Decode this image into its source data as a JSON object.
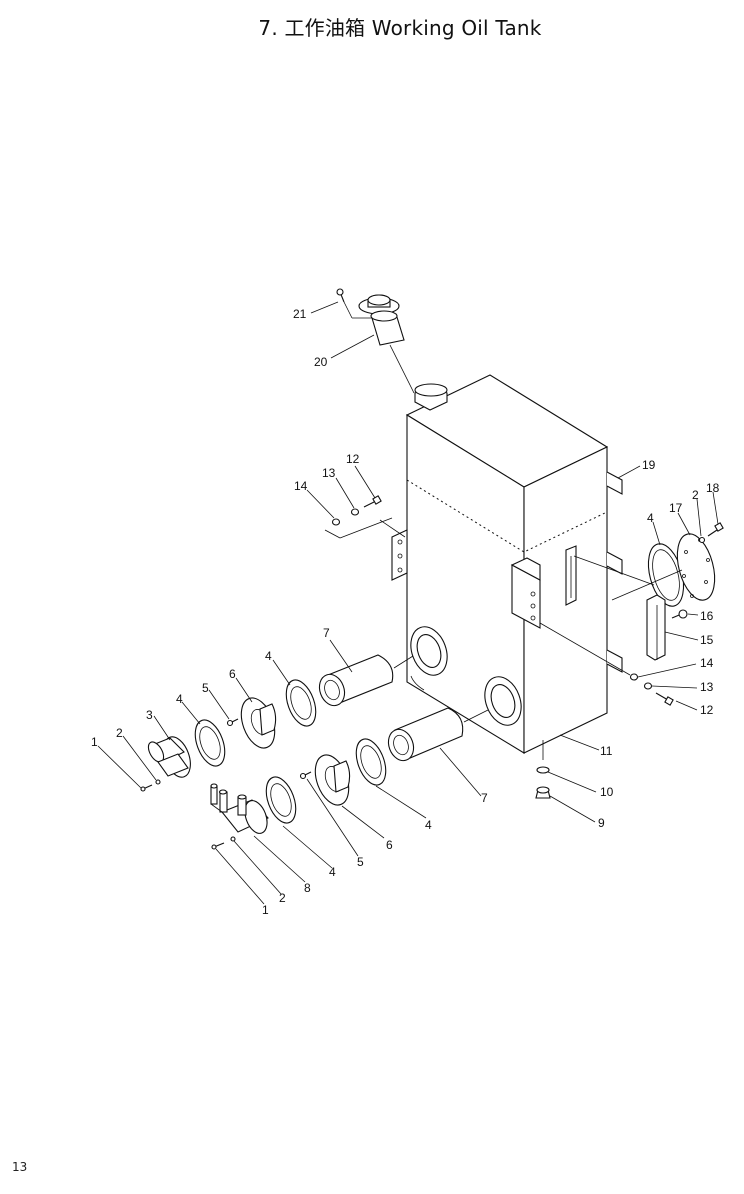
{
  "title": "7.  工作油箱  Working Oil Tank",
  "page_number": "13",
  "callouts": [
    {
      "id": "c21",
      "text": "21"
    },
    {
      "id": "c20",
      "text": "20"
    },
    {
      "id": "c19",
      "text": "19"
    },
    {
      "id": "c18",
      "text": "18"
    },
    {
      "id": "c2a",
      "text": "2"
    },
    {
      "id": "c17",
      "text": "17"
    },
    {
      "id": "c4a",
      "text": "4"
    },
    {
      "id": "c16",
      "text": "16"
    },
    {
      "id": "c15",
      "text": "15"
    },
    {
      "id": "c14a",
      "text": "14"
    },
    {
      "id": "c13a",
      "text": "13"
    },
    {
      "id": "c12a",
      "text": "12"
    },
    {
      "id": "c12b",
      "text": "12"
    },
    {
      "id": "c13b",
      "text": "13"
    },
    {
      "id": "c14b",
      "text": "14"
    },
    {
      "id": "c11",
      "text": "11"
    },
    {
      "id": "c10",
      "text": "10"
    },
    {
      "id": "c9",
      "text": "9"
    },
    {
      "id": "c7a",
      "text": "7"
    },
    {
      "id": "c7b",
      "text": "7"
    },
    {
      "id": "c4b",
      "text": "4"
    },
    {
      "id": "c6a",
      "text": "6"
    },
    {
      "id": "c5a",
      "text": "5"
    },
    {
      "id": "c4c",
      "text": "4"
    },
    {
      "id": "c3",
      "text": "3"
    },
    {
      "id": "c2b",
      "text": "2"
    },
    {
      "id": "c1a",
      "text": "1"
    },
    {
      "id": "c4d",
      "text": "4"
    },
    {
      "id": "c6b",
      "text": "6"
    },
    {
      "id": "c5b",
      "text": "5"
    },
    {
      "id": "c4e",
      "text": "4"
    },
    {
      "id": "c8",
      "text": "8"
    },
    {
      "id": "c2c",
      "text": "2"
    },
    {
      "id": "c1b",
      "text": "1"
    }
  ]
}
